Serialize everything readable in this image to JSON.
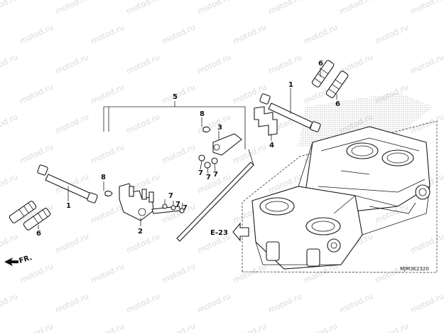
{
  "watermark": "motod.ru",
  "callouts": {
    "c1_top": "1",
    "c1_left": "1",
    "c2": "2",
    "c3": "3",
    "c4": "4",
    "c5": "5",
    "c6_top_a": "6",
    "c6_top_b": "6",
    "c6_left": "6",
    "c7_a": "7",
    "c7_b": "7",
    "c7_c": "7",
    "c7_d": "7",
    "c7_e": "7",
    "c7_f": "7",
    "c8_left": "8",
    "c8_mid": "8"
  },
  "ref_label": "E-23",
  "direction_label": "FR.",
  "drawing_code": "MJM3E2320"
}
